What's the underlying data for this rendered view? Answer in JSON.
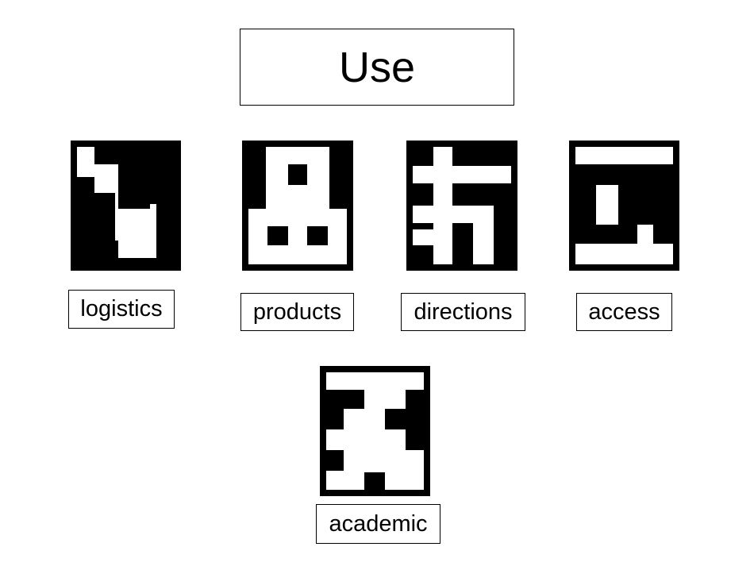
{
  "title": "Use",
  "items": [
    {
      "label": "logistics"
    },
    {
      "label": "products"
    },
    {
      "label": "directions"
    },
    {
      "label": "access"
    },
    {
      "label": "academic"
    }
  ],
  "colors": {
    "ink": "#000000",
    "paper": "#ffffff"
  }
}
